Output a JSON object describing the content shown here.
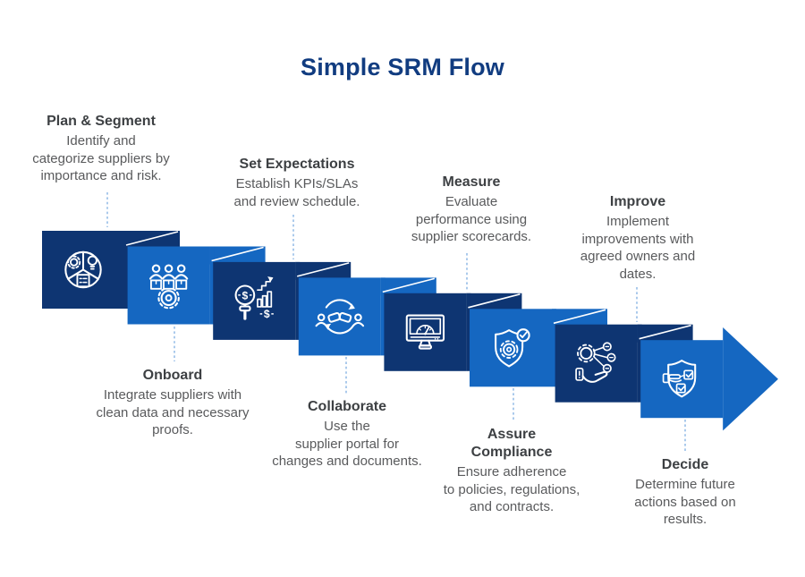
{
  "header": {
    "title": "Simple SRM Flow"
  },
  "palette": {
    "navy_panel": "#0e3572",
    "blue_panel": "#1567c1",
    "title_text": "#113c80",
    "step_title_text": "#3d4043",
    "step_desc_text": "#595a5c",
    "connector_line": "#8fb9e6",
    "icon_stroke": "#ffffff"
  },
  "steps": [
    {
      "title": "Plan & Segment",
      "description": "Identify and\ncategorize suppliers by\nimportance and risk.",
      "icon": "plan-segment-icon",
      "panel_color": "navy",
      "label_position": "top"
    },
    {
      "title": "Onboard",
      "description": "Integrate suppliers with\nclean data and necessary\nproofs.",
      "icon": "onboard-icon",
      "panel_color": "blue",
      "label_position": "bottom"
    },
    {
      "title": "Set Expectations",
      "description": "Establish KPIs/SLAs\nand review schedule.",
      "icon": "kpi-analysis-icon",
      "panel_color": "navy",
      "label_position": "top",
      "icon_glyphs": [
        "$",
        "$"
      ]
    },
    {
      "title": "Collaborate",
      "description": "Use the\nsupplier portal for\nchanges and documents.",
      "icon": "handshake-icon",
      "panel_color": "blue",
      "label_position": "bottom"
    },
    {
      "title": "Measure",
      "description": "Evaluate\nperformance using\nsupplier scorecards.",
      "icon": "dashboard-monitor-icon",
      "panel_color": "navy",
      "label_position": "top"
    },
    {
      "title": "Assure\nCompliance",
      "description": "Ensure adherence\nto policies, regulations,\nand contracts.",
      "icon": "shield-gear-icon",
      "panel_color": "blue",
      "label_position": "bottom"
    },
    {
      "title": "Improve",
      "description": "Implement\nimprovements with\nagreed owners and\ndates.",
      "icon": "gear-hand-icon",
      "panel_color": "navy",
      "label_position": "top"
    },
    {
      "title": "Decide",
      "description": "Determine future\nactions based on\nresults.",
      "icon": "shield-checklist-icon",
      "panel_color": "blue",
      "label_position": "bottom",
      "arrow": true
    }
  ]
}
